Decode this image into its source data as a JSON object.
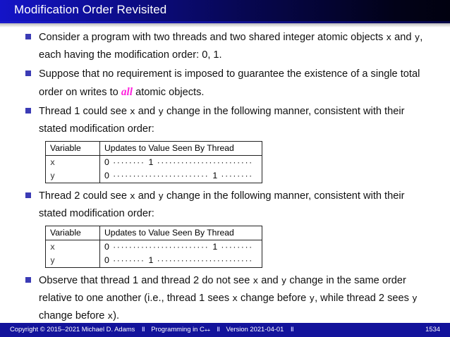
{
  "slide": {
    "title": "Modification Order Revisited",
    "theme": {
      "title_gradient_start": "#1414c8",
      "title_gradient_end": "#010110",
      "bullet_color": "#3b3bb5",
      "emphasis_color": "#ff22dd",
      "footer_bg": "#13139b",
      "footer_text": "#ffffff"
    }
  },
  "bullets": [
    {
      "id": "bullet-consider-program",
      "parts": [
        {
          "t": "text",
          "v": "Consider a program with two threads and two shared integer atomic objects "
        },
        {
          "t": "code",
          "v": "x"
        },
        {
          "t": "text",
          "v": " and "
        },
        {
          "t": "code",
          "v": "y"
        },
        {
          "t": "text",
          "v": ", each having the modification order: 0, 1."
        }
      ]
    },
    {
      "id": "bullet-no-requirement",
      "parts": [
        {
          "t": "text",
          "v": "Suppose that no requirement is imposed to guarantee the existence of a single total order on writes to "
        },
        {
          "t": "emph",
          "v": "all"
        },
        {
          "t": "text",
          "v": " atomic objects."
        }
      ]
    },
    {
      "id": "bullet-thread-1",
      "parts": [
        {
          "t": "text",
          "v": "Thread 1 could see "
        },
        {
          "t": "code",
          "v": "x"
        },
        {
          "t": "text",
          "v": " and "
        },
        {
          "t": "code",
          "v": "y"
        },
        {
          "t": "text",
          "v": " change in the following manner, consistent with their stated modification order:"
        }
      ]
    },
    {
      "id": "bullet-thread-2",
      "parts": [
        {
          "t": "text",
          "v": "Thread 2 could see "
        },
        {
          "t": "code",
          "v": "x"
        },
        {
          "t": "text",
          "v": " and "
        },
        {
          "t": "code",
          "v": "y"
        },
        {
          "t": "text",
          "v": " change in the following manner, consistent with their stated modification order:"
        }
      ]
    },
    {
      "id": "bullet-observe",
      "parts": [
        {
          "t": "text",
          "v": "Observe that thread 1 and thread 2 do not see "
        },
        {
          "t": "code",
          "v": "x"
        },
        {
          "t": "text",
          "v": " and "
        },
        {
          "t": "code",
          "v": "y"
        },
        {
          "t": "text",
          "v": " change in the same order relative to one another (i.e., thread 1 sees "
        },
        {
          "t": "code",
          "v": "x"
        },
        {
          "t": "text",
          "v": " change before "
        },
        {
          "t": "code",
          "v": "y"
        },
        {
          "t": "text",
          "v": ", while thread 2 sees "
        },
        {
          "t": "code",
          "v": "y"
        },
        {
          "t": "text",
          "v": " change before "
        },
        {
          "t": "code",
          "v": "x"
        },
        {
          "t": "text",
          "v": ")."
        }
      ]
    }
  ],
  "tables": [
    {
      "id": "thread-1-table",
      "headers": [
        "Variable",
        "Updates to Value Seen By Thread"
      ],
      "rows": [
        {
          "variable": "x",
          "sequence": [
            {
              "t": "val",
              "v": "0"
            },
            {
              "t": "dots",
              "n": 8
            },
            {
              "t": "val",
              "v": "1"
            },
            {
              "t": "dots",
              "n": 24
            }
          ]
        },
        {
          "variable": "y",
          "sequence": [
            {
              "t": "val",
              "v": "0"
            },
            {
              "t": "dots",
              "n": 24
            },
            {
              "t": "val",
              "v": "1"
            },
            {
              "t": "dots",
              "n": 8
            }
          ]
        }
      ]
    },
    {
      "id": "thread-2-table",
      "headers": [
        "Variable",
        "Updates to Value Seen By Thread"
      ],
      "rows": [
        {
          "variable": "x",
          "sequence": [
            {
              "t": "val",
              "v": "0"
            },
            {
              "t": "dots",
              "n": 24
            },
            {
              "t": "val",
              "v": "1"
            },
            {
              "t": "dots",
              "n": 8
            }
          ]
        },
        {
          "variable": "y",
          "sequence": [
            {
              "t": "val",
              "v": "0"
            },
            {
              "t": "dots",
              "n": 8
            },
            {
              "t": "val",
              "v": "1"
            },
            {
              "t": "dots",
              "n": 24
            }
          ]
        }
      ]
    }
  ],
  "footer": {
    "copyright": "Copyright © 2015–2021 Michael D. Adams",
    "course_prefix": "Programming in C",
    "course_suffix": "++",
    "version": "Version 2021-04-01",
    "separator": "‖",
    "page_number": "1534"
  }
}
